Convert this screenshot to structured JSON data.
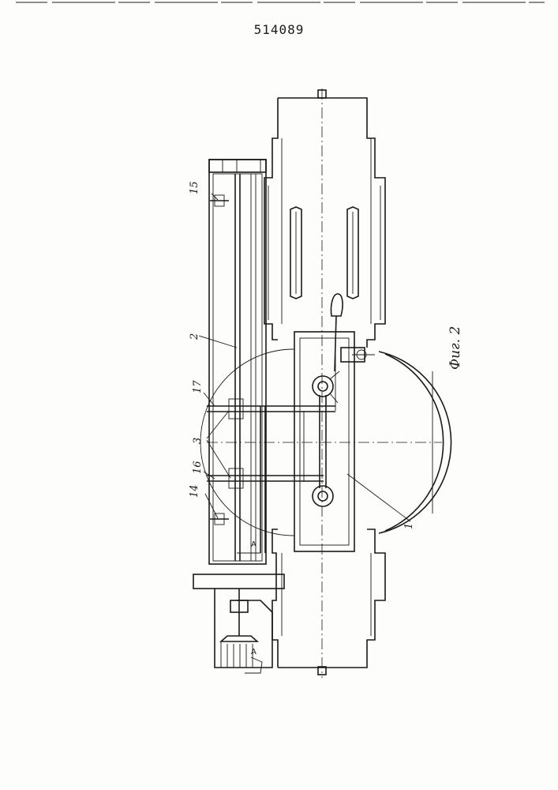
{
  "header": {
    "patent_number": "514089"
  },
  "figure": {
    "caption": "Фиг. 2"
  },
  "labels": {
    "l1": "1",
    "l2": "2",
    "l3": "3",
    "l14": "14",
    "l15": "15",
    "l16": "16",
    "l17": "17",
    "section_a_upper": "A",
    "section_a_lower": "A"
  }
}
